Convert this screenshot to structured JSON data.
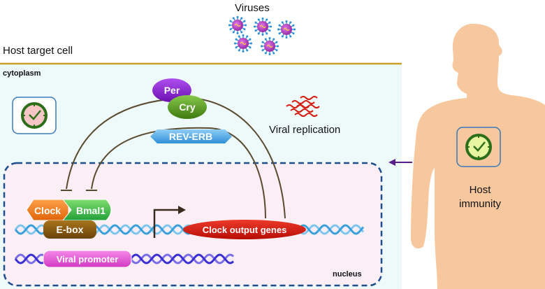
{
  "labels": {
    "viruses": "Viruses",
    "host_target_cell": "Host target cell",
    "cytoplasm": "cytoplasm",
    "nucleus": "nucleus",
    "per": "Per",
    "cry": "Cry",
    "rev_erb": "REV-ERB",
    "viral_replication": "Viral replication",
    "clock": "Clock",
    "bmal1": "Bmal1",
    "ebox": "E-box",
    "clock_output_genes": "Clock output genes",
    "viral_promoter": "Viral promoter",
    "host_immunity_line1": "Host",
    "host_immunity_line2": "immunity"
  },
  "icons": {
    "virus": "virus-icon",
    "clock": "clock-icon",
    "rna": "viral-rna-icon",
    "human": "human-body-icon"
  },
  "colors": {
    "cytoplasm_bg": "#eefaf9",
    "nucleus_bg": "#fbeff5",
    "membrane": "#c9a227",
    "nucleus_border": "#1f4e8c",
    "per": "#8a1fd6",
    "cry": "#5a9e1c",
    "rev_erb": "#4aa3e6",
    "clock": "#ef7a1a",
    "bmal1": "#3cb54a",
    "ebox": "#8a5a12",
    "clock_output_genes": "#d41b10",
    "viral_promoter": "#e64fd6",
    "dna_host": "#3aa0dc",
    "dna_viral": "#3a2fd0",
    "body": "#f7c79e",
    "arrow": "#5a1f8c"
  }
}
